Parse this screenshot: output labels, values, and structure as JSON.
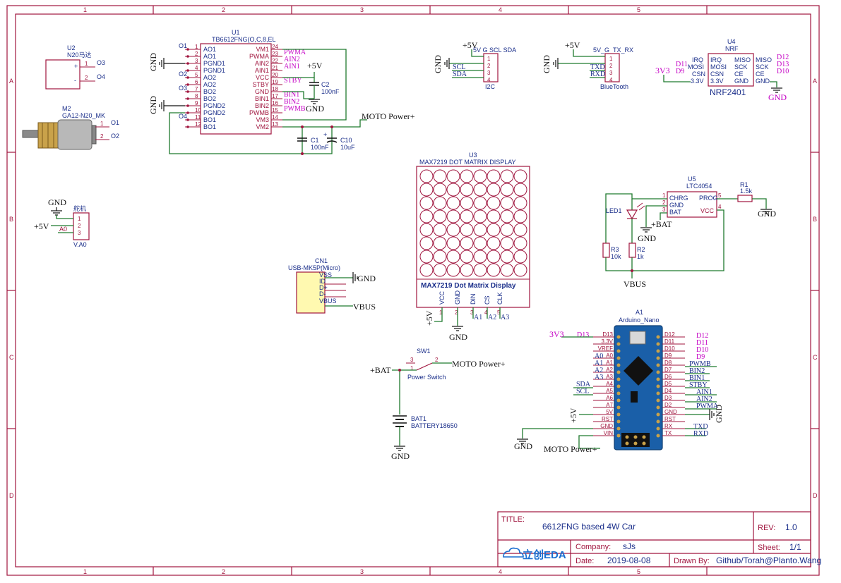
{
  "grid": {
    "columns": [
      "1",
      "2",
      "3",
      "4",
      "5"
    ],
    "rows": [
      "A",
      "B",
      "C",
      "D"
    ]
  },
  "title_block": {
    "title_label": "TITLE:",
    "title": "6612FNG based 4W Car",
    "rev_label": "REV:",
    "rev": "1.0",
    "company_label": "Company:",
    "company": "sJs",
    "sheet_label": "Sheet:",
    "sheet": "1/1",
    "date_label": "Date:",
    "date": "2019-08-08",
    "drawn_label": "Drawn By:",
    "drawn_by": "Github/Torah@Planto.Wang",
    "logo_text": "立创EDA"
  },
  "components": {
    "u2": {
      "ref": "U2",
      "value": "N20马达",
      "pin1": "1",
      "pin2": "2",
      "plus": "+",
      "minus": "-",
      "net1": "O3",
      "net2": "O4"
    },
    "m2": {
      "ref": "M2",
      "value": "GA12-N20_MK",
      "pin1": "1",
      "pin2": "2",
      "net1": "O1",
      "net2": "O2"
    },
    "servo": {
      "value": "舵机",
      "ref": "V.A0",
      "pins": [
        "1",
        "2",
        "3"
      ],
      "net_gnd": "GND",
      "net_5v": "+5V",
      "net_a0": "A0"
    },
    "u1": {
      "ref": "U1",
      "value": "TB6612FNG(O,C,8,EL",
      "left_pins": [
        {
          "num": "1",
          "name": "AO1"
        },
        {
          "num": "2",
          "name": "AO1"
        },
        {
          "num": "3",
          "name": "PGND1"
        },
        {
          "num": "4",
          "name": "PGND1"
        },
        {
          "num": "5",
          "name": "AO2"
        },
        {
          "num": "6",
          "name": "AO2"
        },
        {
          "num": "7",
          "name": "BO2"
        },
        {
          "num": "8",
          "name": "BO2"
        },
        {
          "num": "9",
          "name": "PGND2"
        },
        {
          "num": "10",
          "name": "PGND2"
        },
        {
          "num": "11",
          "name": "BO1"
        },
        {
          "num": "12",
          "name": "BO1"
        }
      ],
      "right_pins": [
        {
          "num": "24",
          "name": "VM1"
        },
        {
          "num": "23",
          "name": "PWMA"
        },
        {
          "num": "22",
          "name": "AIN2"
        },
        {
          "num": "21",
          "name": "AIN1"
        },
        {
          "num": "20",
          "name": "VCC"
        },
        {
          "num": "19",
          "name": "STBY"
        },
        {
          "num": "18",
          "name": "GND"
        },
        {
          "num": "17",
          "name": "BIN1"
        },
        {
          "num": "16",
          "name": "BIN2"
        },
        {
          "num": "15",
          "name": "PWMB"
        },
        {
          "num": "14",
          "name": "VM3"
        },
        {
          "num": "13",
          "name": "VM2"
        }
      ],
      "right_nets": [
        "PWMA",
        "AIN2",
        "AIN1",
        "STBY",
        "BIN1",
        "BIN2",
        "PWMB"
      ],
      "left_nets": [
        "O1",
        "O2",
        "O3",
        "O4"
      ],
      "gnd1": "GND",
      "gnd2": "GND",
      "vcc": "+5V",
      "gnd3": "GND"
    },
    "c2": {
      "ref": "C2",
      "value": "100nF"
    },
    "c1": {
      "ref": "C1",
      "value": "100nF"
    },
    "c10": {
      "ref": "C10",
      "value": "10uF",
      "plus": "+"
    },
    "moto_net": "MOTO Power+",
    "i2c": {
      "header": "5V G SCL SDA",
      "ref": "I2C",
      "pins": [
        "1",
        "2",
        "3",
        "4"
      ],
      "net_5v": "+5V",
      "net_gnd": "GND",
      "net_scl": "SCL",
      "net_sda": "SDA"
    },
    "bt": {
      "header": "5V_G_TX_RX",
      "ref": "BlueTooth",
      "pins": [
        "1",
        "2",
        "3",
        "4"
      ],
      "net_5v": "+5V",
      "net_gnd": "GND",
      "net_txd": "TXD",
      "net_rxd": "RXD"
    },
    "u4": {
      "ref": "U4",
      "value": "NRF",
      "part": "NRF2401",
      "left_pins": [
        "IRQ",
        "MOSI",
        "CSN",
        "3.3V"
      ],
      "right_pins": [
        "MISO",
        "SCK",
        "CE",
        "GND"
      ],
      "left_nets": [
        "D11",
        "D9"
      ],
      "right_nets": [
        "D12",
        "D13",
        "D10"
      ],
      "net_3v3": "3V3",
      "net_gnd": "GND"
    },
    "u3": {
      "ref": "U3",
      "value": "MAX7219 DOT MATRIX DISPLAY",
      "label": "MAX7219 Dot Matrix Display",
      "pins": [
        {
          "num": "1",
          "name": "VCC"
        },
        {
          "num": "2",
          "name": "GND"
        },
        {
          "num": "3",
          "name": "DIN"
        },
        {
          "num": "4",
          "name": "CS"
        },
        {
          "num": "5",
          "name": "CLK"
        }
      ],
      "net_5v": "+5V",
      "net_gnd": "GND",
      "net_din": "A1",
      "net_cs": "A2",
      "net_clk": "A3"
    },
    "u5": {
      "ref": "U5",
      "value": "LTC4054",
      "left_pins": [
        {
          "num": "1",
          "name": "CHRG"
        },
        {
          "num": "2",
          "name": "GND"
        },
        {
          "num": "3",
          "name": "BAT"
        }
      ],
      "right_pins": [
        {
          "num": "5",
          "name": "PROG"
        },
        {
          "num": "4",
          "name": "VCC"
        }
      ],
      "net_bat": "+BAT",
      "net_gnd": "GND",
      "net_vbus": "VBUS"
    },
    "r1": {
      "ref": "R1",
      "value": "1.5k"
    },
    "r2": {
      "ref": "R2",
      "value": "1k"
    },
    "r3": {
      "ref": "R3",
      "value": "10k"
    },
    "led1": {
      "ref": "LED1"
    },
    "cn1": {
      "ref": "CN1",
      "value": "USB-MK5P(Micro)",
      "pins": [
        "VSS",
        "ID",
        "D+",
        "D-",
        "VBUS"
      ],
      "net_gnd": "GND",
      "net_vbus": "VBUS"
    },
    "sw1": {
      "ref": "SW1",
      "value": "Power Switch",
      "pins": [
        "3",
        "1",
        "2"
      ],
      "net_bat": "+BAT",
      "net_moto": "MOTO Power+"
    },
    "bat1": {
      "ref": "BAT1",
      "value": "BATTERY18650",
      "net_gnd": "GND"
    },
    "a1": {
      "ref": "A1",
      "value": "Arduino_Nano",
      "left_pins": [
        "D13",
        "3.3V",
        "VREF",
        "A0",
        "A1",
        "A2",
        "A3",
        "A4",
        "A5",
        "A6",
        "A7",
        "5V",
        "RST",
        "GND",
        "VIN"
      ],
      "right_pins": [
        "D12",
        "D11",
        "D10",
        "D9",
        "D8",
        "D7",
        "D6",
        "D5",
        "D4",
        "D3",
        "D2",
        "GND",
        "RST",
        "RX",
        "TX"
      ],
      "left_nets": [
        "D13",
        "A0",
        "A1",
        "A2",
        "A3",
        "SDA",
        "SCL"
      ],
      "right_nets": [
        "D12",
        "D11",
        "D10",
        "D9",
        "PWMB",
        "BIN2",
        "BIN1",
        "STBY",
        "AIN1",
        "AIN2",
        "PWMA",
        "TXD",
        "RXD"
      ],
      "net_3v3": "3V3",
      "net_5v": "+5V",
      "net_gnd": "GND",
      "net_gnd2": "GND",
      "net_moto": "MOTO Power+"
    }
  }
}
